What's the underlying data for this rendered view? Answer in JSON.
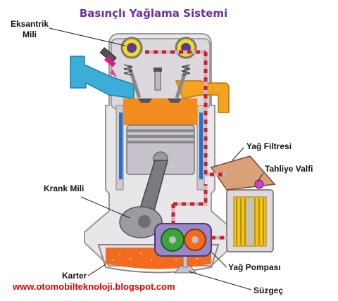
{
  "title": "Basınçlı Yağlama Sistemi",
  "labels": {
    "camshaft": "Eksantrik\nMili",
    "crankshaft": "Krank Mili",
    "sump": "Karter",
    "oil_filter": "Yağ Filtresi",
    "relief_valve": "Tahliye Valfi",
    "oil_pump": "Yağ Pompası",
    "strainer": "Süzgeç"
  },
  "website": "www.otomobilteknoloji.blogspot.com",
  "colors": {
    "title": "#6b2fa0",
    "website": "#e00000",
    "oil": "#f26b1f",
    "oil_line": "#d41e1e",
    "coolant": "#1f6fd4",
    "engine_body": "#e9e6ea",
    "engine_outline": "#9a9a9a",
    "camshaft": "#f2dc1a",
    "pump_gear_green": "#3aa53a",
    "intake": "#3aaed8"
  }
}
